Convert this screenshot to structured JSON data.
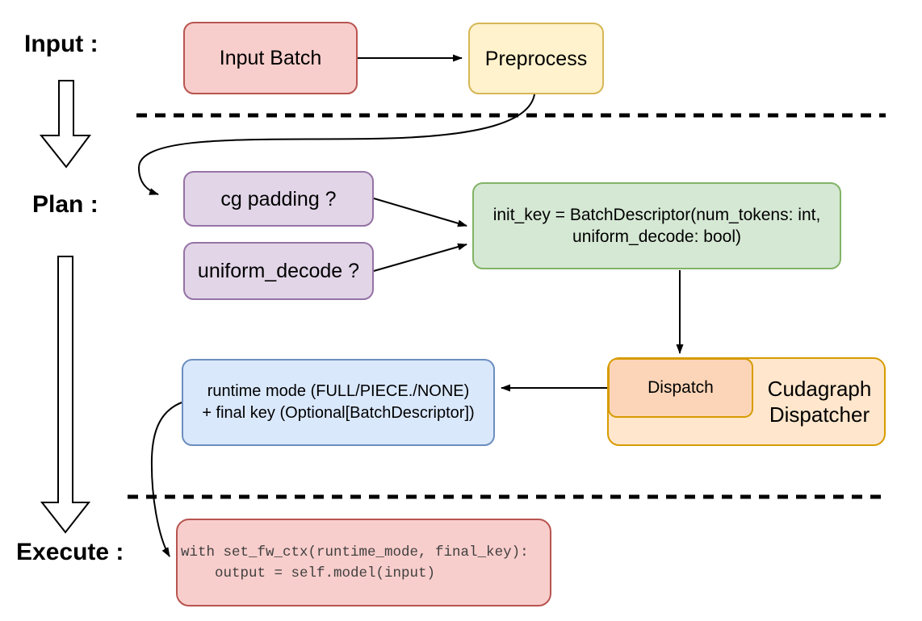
{
  "canvas": {
    "background": "#FFFFFF"
  },
  "section_labels": {
    "input": "Input :",
    "plan": "Plan :",
    "execute": "Execute :"
  },
  "nodes": {
    "input_batch": {
      "label": "Input Batch",
      "fill": "#F8CECC",
      "stroke": "#B85450"
    },
    "preprocess": {
      "label": "Preprocess",
      "fill": "#FFF2CC",
      "stroke": "#D6B656"
    },
    "cg_padding": {
      "label": "cg padding ?",
      "fill": "#E1D5E7",
      "stroke": "#9673A6"
    },
    "uniform_decode": {
      "label": "uniform_decode ?",
      "fill": "#E1D5E7",
      "stroke": "#9673A6"
    },
    "init_key": {
      "line1": "init_key = BatchDescriptor(num_tokens: int,",
      "line2": "uniform_decode: bool)",
      "fill": "#D5E8D4",
      "stroke": "#82B366"
    },
    "dispatch": {
      "label": "Dispatch",
      "fill": "#FCD5B8",
      "stroke": "#D79B00"
    },
    "cudagraph_dispatcher": {
      "line1": "Cudagraph",
      "line2": "Dispatcher",
      "fill": "#FFE6CC",
      "stroke": "#D79B00"
    },
    "runtime_mode": {
      "line1": "runtime mode (FULL/PIECE./NONE)",
      "line2": "+ final key (Optional[BatchDescriptor])",
      "fill": "#DAE8FC",
      "stroke": "#6C8EBF"
    },
    "execute_code": {
      "line1": "with set_fw_ctx(runtime_mode, final_key):",
      "line2": "    output = self.model(input)",
      "fill": "#F8CECC",
      "stroke": "#B85450"
    }
  },
  "connector_color": "#000000"
}
